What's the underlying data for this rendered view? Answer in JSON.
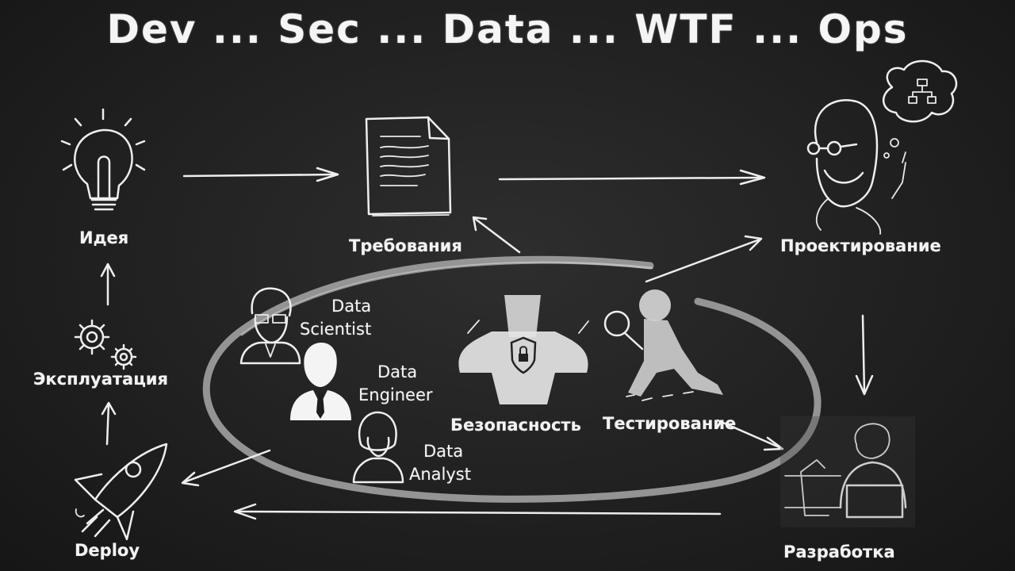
{
  "title": "Dev ... Sec ... Data ... WTF ... Ops",
  "nodes": {
    "idea": "Идея",
    "requirements": "Требования",
    "design": "Проектирование",
    "development": "Разработка",
    "deploy": "Deploy",
    "operations": "Эксплуатация"
  },
  "center": {
    "security": "Безопасность",
    "testing": "Тестирование",
    "data_scientist": [
      "Data",
      "Scientist"
    ],
    "data_engineer": [
      "Data",
      "Engineer"
    ],
    "data_analyst": [
      "Data",
      "Analyst"
    ]
  }
}
